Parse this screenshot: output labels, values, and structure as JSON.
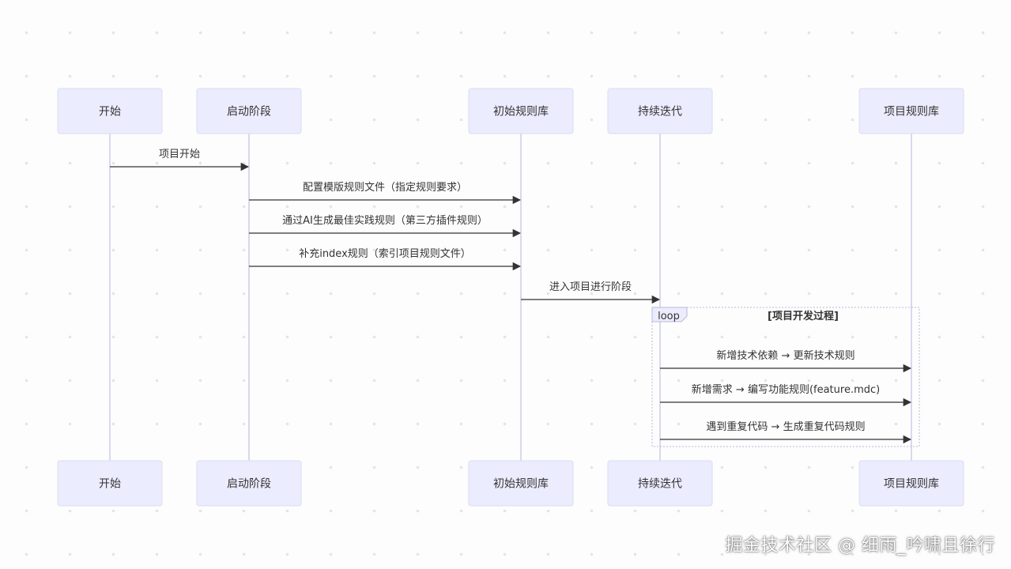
{
  "participants": [
    {
      "id": "start",
      "label": "开始"
    },
    {
      "id": "boot",
      "label": "启动阶段"
    },
    {
      "id": "initrules",
      "label": "初始规则库"
    },
    {
      "id": "iterate",
      "label": "持续迭代"
    },
    {
      "id": "projrules",
      "label": "项目规则库"
    }
  ],
  "messages": [
    {
      "from": "start",
      "to": "boot",
      "text": "项目开始"
    },
    {
      "from": "boot",
      "to": "initrules",
      "text": "配置模版规则文件（指定规则要求）"
    },
    {
      "from": "boot",
      "to": "initrules",
      "text": "通过AI生成最佳实践规则（第三方插件规则）"
    },
    {
      "from": "boot",
      "to": "initrules",
      "text": "补充index规则（索引项目规则文件）"
    },
    {
      "from": "initrules",
      "to": "iterate",
      "text": "进入项目进行阶段"
    },
    {
      "from": "iterate",
      "to": "projrules",
      "text": "新增技术依赖 → 更新技术规则"
    },
    {
      "from": "iterate",
      "to": "projrules",
      "text": "新增需求 → 编写功能规则(feature.mdc)"
    },
    {
      "from": "iterate",
      "to": "projrules",
      "text": "遇到重复代码 → 生成重复代码规则"
    }
  ],
  "loop": {
    "label": "loop",
    "condition": "[项目开发过程]",
    "from_message": 5,
    "to_message": 7
  },
  "watermark": "掘金技术社区 @ 细雨_吟啸且徐行",
  "colors": {
    "actor_fill": "#ECECFF",
    "lifeline": "#cfcfee",
    "message": "#333333"
  }
}
